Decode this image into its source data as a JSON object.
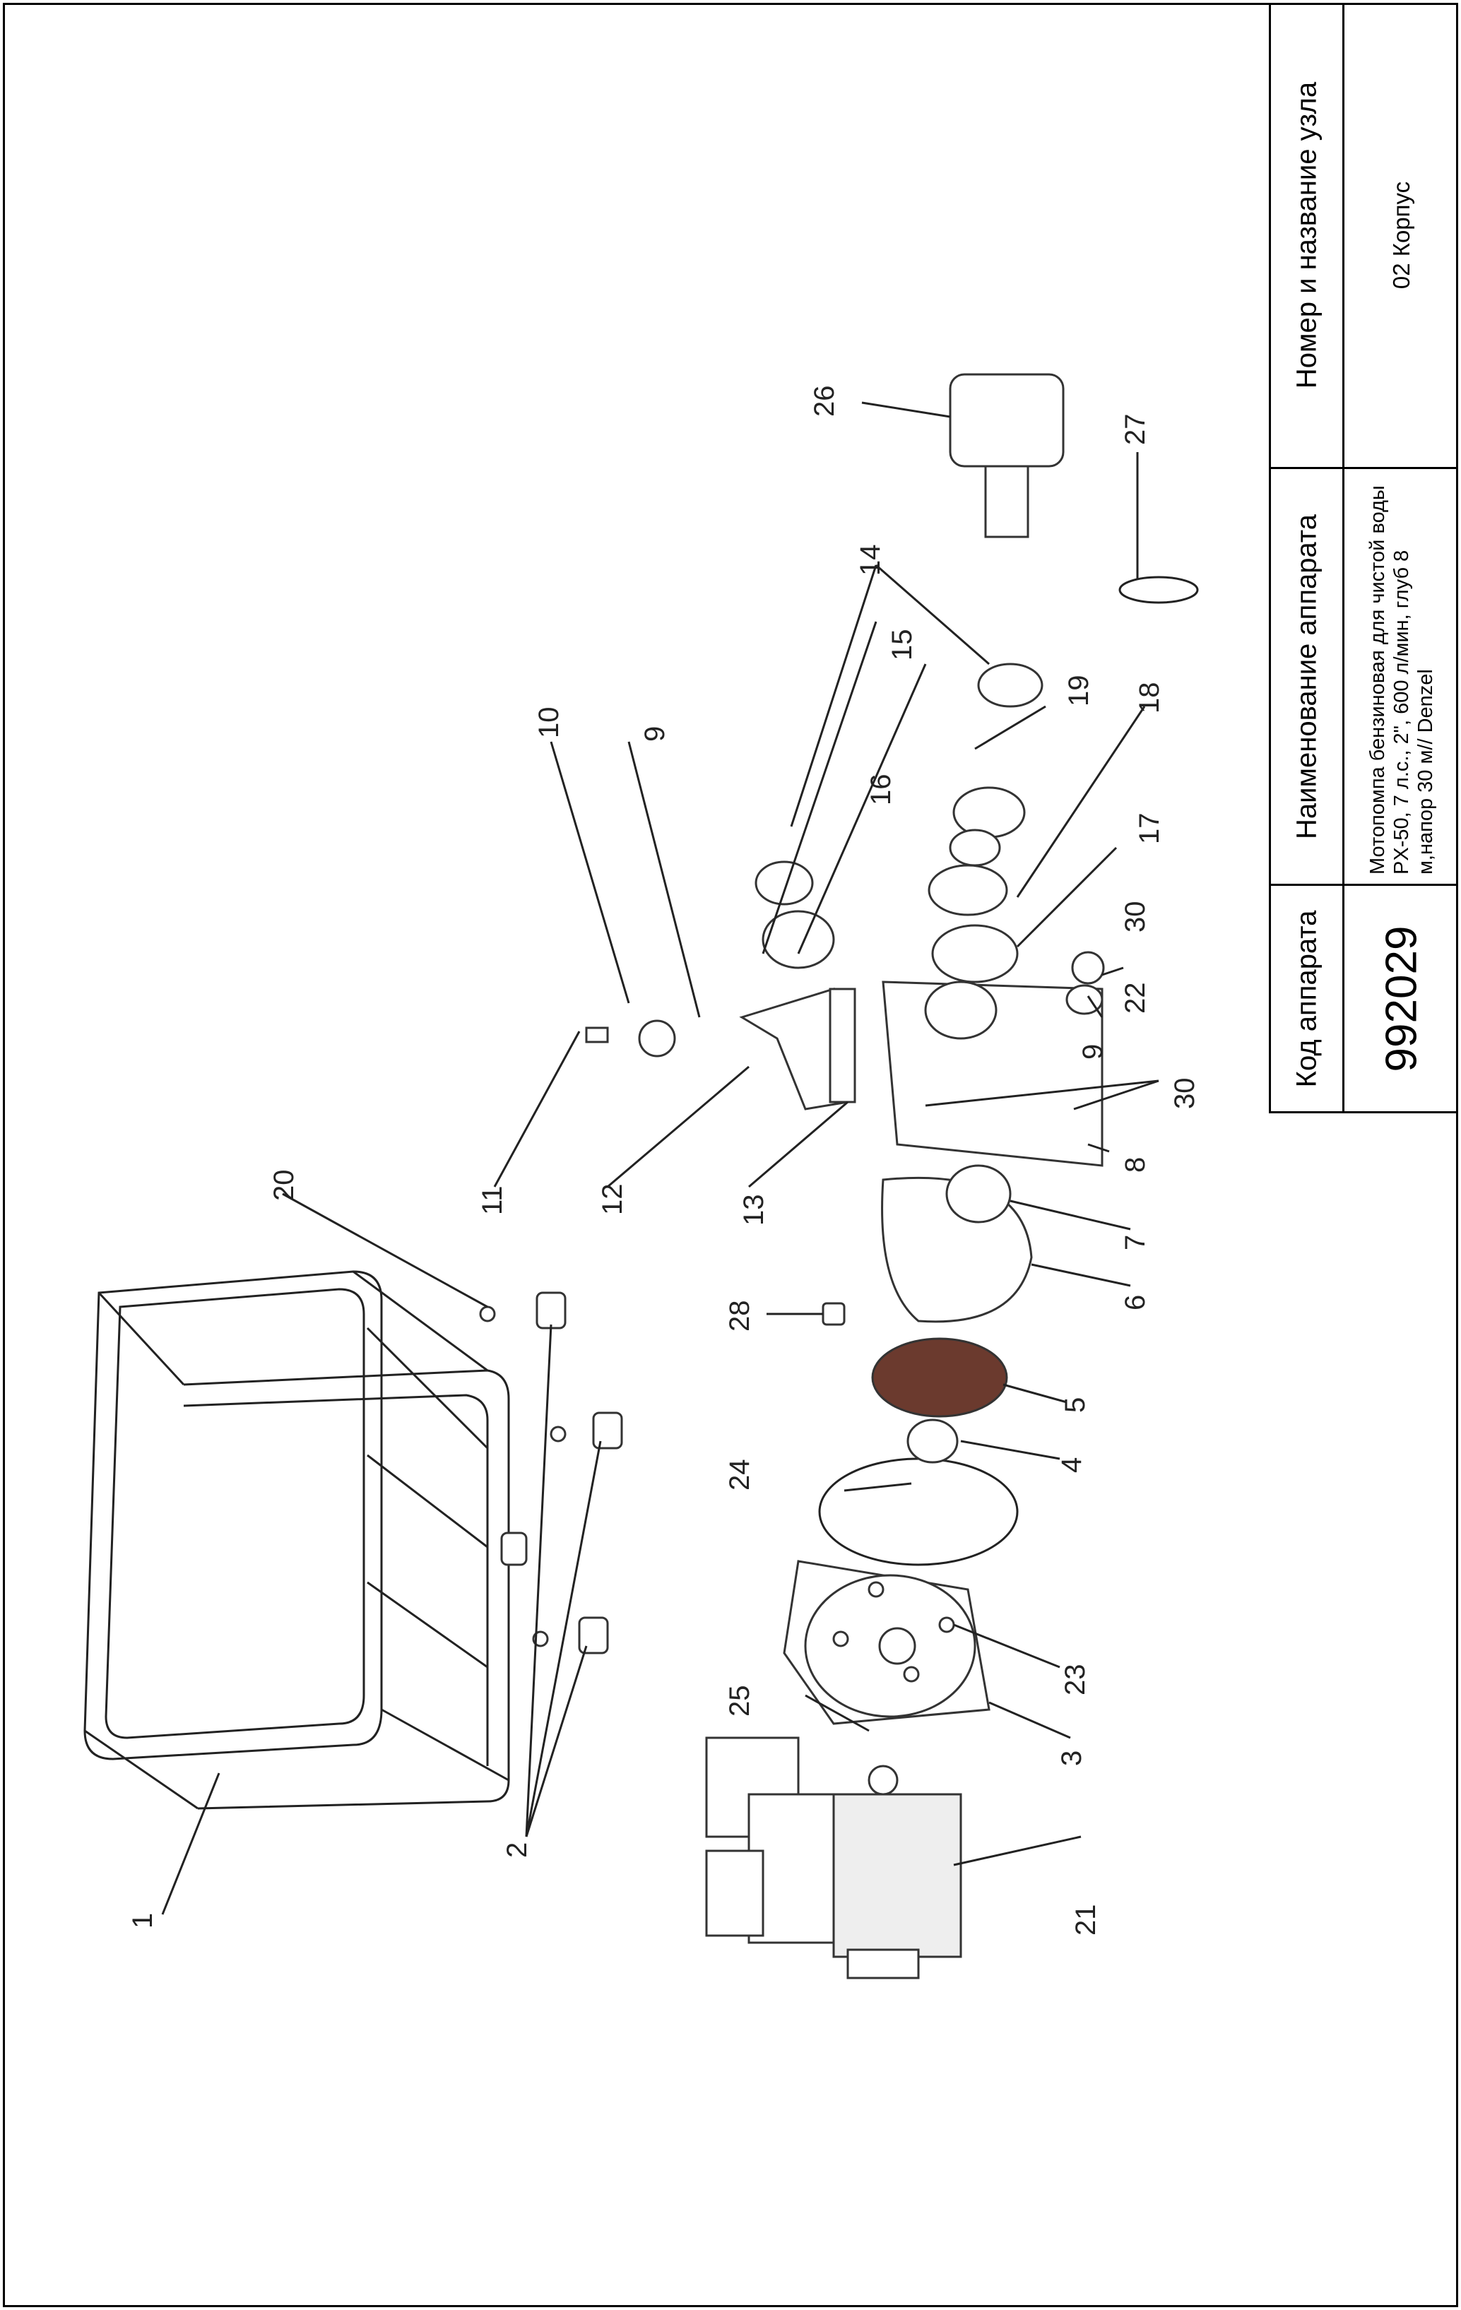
{
  "title_block": {
    "col1_header": "Код аппарата",
    "col1_value": "992029",
    "col2_header": "Наименование аппарата",
    "col2_value": "Мотопомпа бензиновая для чистой воды PX-50, 7 л.с., 2\", 600 л/мин, глуб 8 м,напор 30 м// Denzel",
    "col3_header": "Номер и название узла",
    "col3_value": "02 Корпус"
  },
  "callouts": [
    "1",
    "2",
    "3",
    "4",
    "5",
    "6",
    "7",
    "8",
    "9",
    "9",
    "10",
    "11",
    "12",
    "13",
    "14",
    "15",
    "16",
    "17",
    "18",
    "19",
    "20",
    "21",
    "22",
    "23",
    "24",
    "25",
    "26",
    "27",
    "28",
    "30",
    "30"
  ],
  "colors": {
    "line": "#222222",
    "impeller": "#6b3a2e"
  }
}
